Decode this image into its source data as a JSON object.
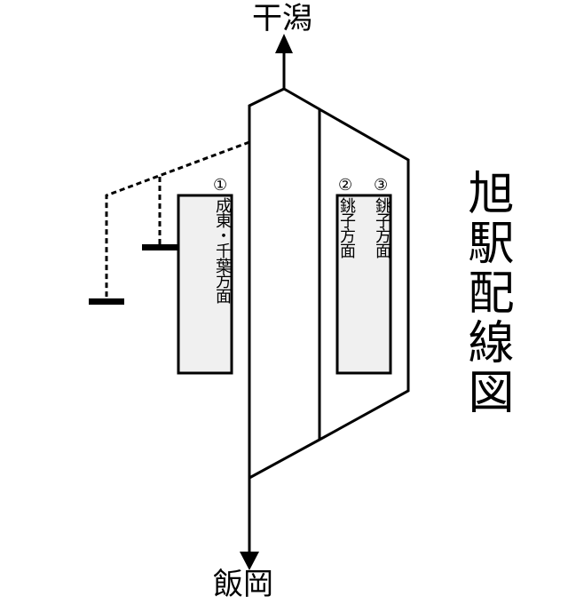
{
  "title": "旭駅配線図",
  "destinations": {
    "north": "干潟",
    "south": "飯岡"
  },
  "platforms": [
    {
      "number": "①",
      "label": "成東・千葉方面"
    },
    {
      "number": "②",
      "label": "銚子方面"
    },
    {
      "number": "③",
      "label": "銚子方面"
    }
  ],
  "colors": {
    "line": "#000000",
    "platform_fill": "#f0f0f0",
    "background": "#ffffff"
  }
}
